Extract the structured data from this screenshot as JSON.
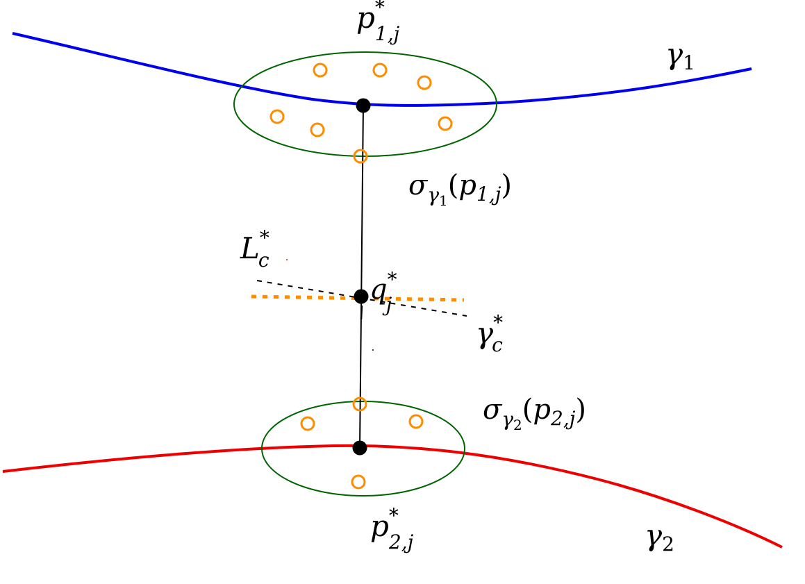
{
  "colors": {
    "curve_gamma1": "#0000ee",
    "curve_gamma2": "#ee0000",
    "ellipse": "#006400",
    "sample_point": "#ff8c00",
    "segment": "#000000",
    "dashed_line": "#000000",
    "dotted_line": "#ff8c00",
    "point": "#000000"
  },
  "labels": {
    "gamma1": {
      "base": "γ",
      "sub": "1"
    },
    "gamma2": {
      "base": "γ",
      "sub": "2"
    },
    "p1_star": {
      "base": "p",
      "sup": "*",
      "sub": "1,j"
    },
    "p2_star": {
      "base": "p",
      "sup": "*",
      "sub": "2,j"
    },
    "q_star": {
      "base": "q",
      "sup": "*",
      "sub": "j"
    },
    "L_star": {
      "base": "L",
      "sup": "*",
      "sub": "c"
    },
    "gammac_star": {
      "base": "γ",
      "sup": "*",
      "sub": "c"
    },
    "sigma1": {
      "base": "σ",
      "sub_base": "γ",
      "sub_sub": "1",
      "open": "(",
      "arg_base": "p",
      "arg_sub": "1,j",
      "close": ")"
    },
    "sigma2": {
      "base": "σ",
      "sub_base": "γ",
      "sub_sub": "2",
      "open": "(",
      "arg_base": "p",
      "arg_sub": "2,j",
      "close": ")"
    }
  }
}
